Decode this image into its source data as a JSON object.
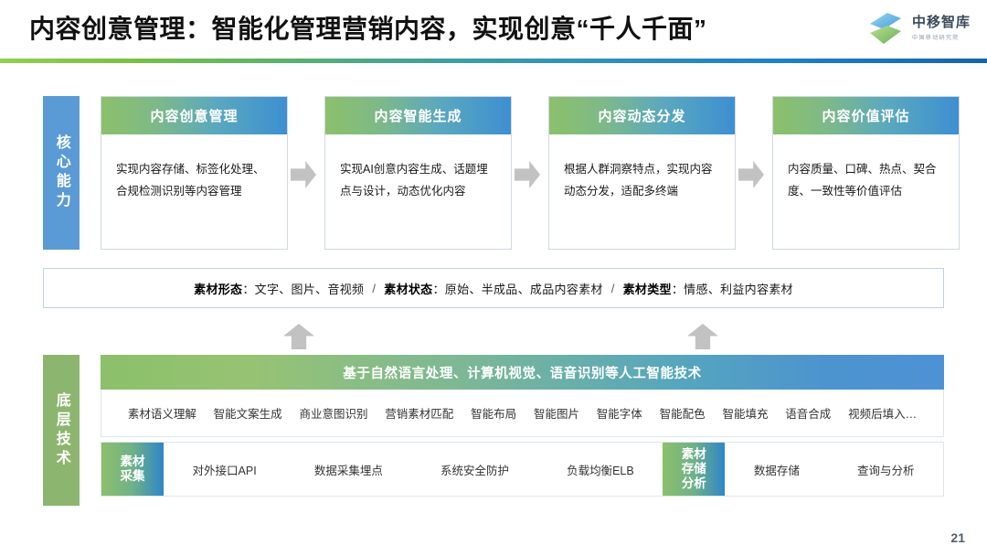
{
  "header": {
    "title": "内容创意管理：智能化管理营销内容，实现创意“千人千面”",
    "logo_main": "中移智库",
    "logo_sub": "中国移动研究院",
    "accent_green": "#92d050",
    "accent_blue": "#1565a8"
  },
  "core_section": {
    "side_label": "核心能力",
    "side_color": "#5b9bd5",
    "cards": [
      {
        "title": "内容创意管理",
        "body": "实现内容存储、标签化处理、合规检测识别等内容管理"
      },
      {
        "title": "内容智能生成",
        "body": "实现AI创意内容生成、话题埋点与设计，动态优化内容"
      },
      {
        "title": "内容动态分发",
        "body": "根据人群洞察特点，实现内容动态分发，适配多终端"
      },
      {
        "title": "内容价值评估",
        "body": "内容质量、口碑、热点、契合度、一致性等价值评估"
      }
    ]
  },
  "info_bar": {
    "items": [
      {
        "label": "素材形态",
        "value": "文字、图片、音视频"
      },
      {
        "label": "素材状态",
        "value": "原始、半成品、成品内容素材"
      },
      {
        "label": "素材类型",
        "value": "情感、利益内容素材"
      }
    ],
    "separator": "/"
  },
  "base_section": {
    "side_label": "底层技术",
    "side_color": "#8cb66f",
    "banner": "基于自然语言处理、计算机视觉、语音识别等人工智能技术",
    "tags": [
      "素材语义理解",
      "智能文案生成",
      "商业意图识别",
      "营销素材匹配",
      "智能布局",
      "智能图片",
      "智能字体",
      "智能配色",
      "智能填充",
      "语音合成",
      "视频后填入…"
    ],
    "bottom_row": {
      "badge_collect": "素材\n采集",
      "badge_storage": "素材\n存储\n分析",
      "cells_left": [
        "对外接口API",
        "数据采集埋点",
        "系统安全防护",
        "负载均衡ELB"
      ],
      "cells_right": [
        "数据存储",
        "查询与分析"
      ]
    }
  },
  "footer": {
    "page_number": "21"
  }
}
